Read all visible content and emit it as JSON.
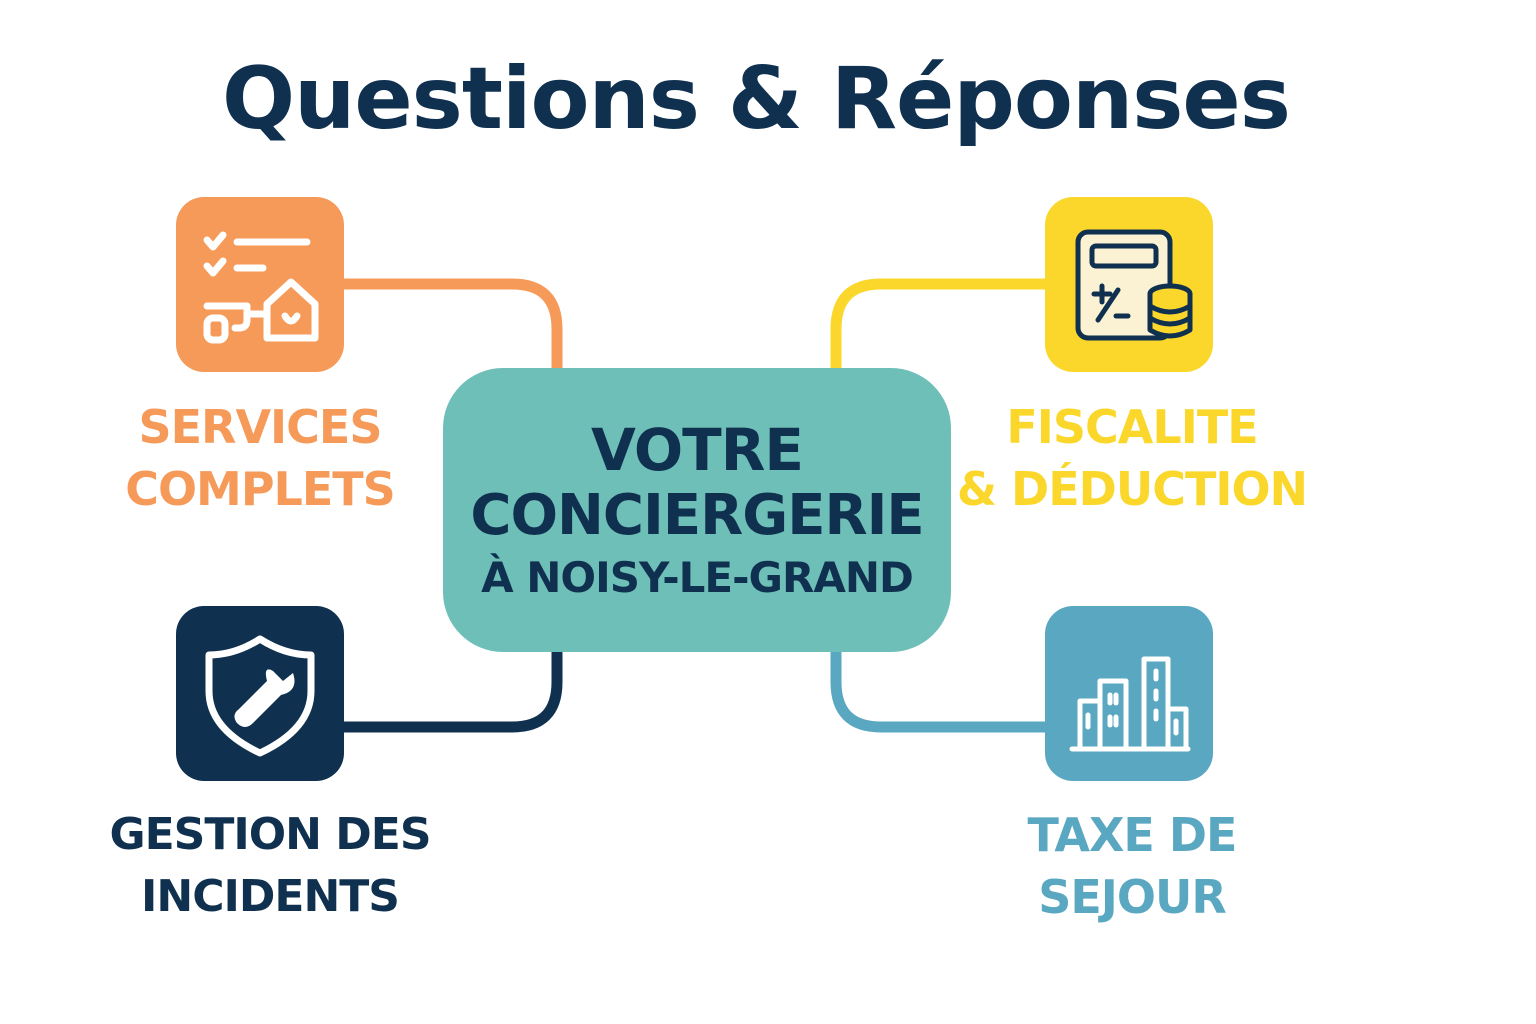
{
  "title": "Questions & Réponses",
  "colors": {
    "navy": "#10304f",
    "orange": "#f69a5a",
    "yellow": "#fbd72c",
    "teal": "#6fbfb9",
    "blue": "#5aa7c1",
    "white": "#ffffff",
    "cream": "#fbf1d3"
  },
  "hub": {
    "line1": "VOTRE",
    "line2": "CONCIERGERIE",
    "line3": "À NOISY-LE-GRAND"
  },
  "nodes": {
    "services": {
      "line1": "SERVICES",
      "line2": "COMPLETS",
      "icon": "checklist-house-key-icon"
    },
    "fiscalite": {
      "line1": "FISCALITE",
      "line2": "& DÉDUCTION",
      "icon": "calculator-coins-icon"
    },
    "incidents": {
      "line1": "GESTION DES",
      "line2": "INCIDENTS",
      "icon": "shield-wrench-icon"
    },
    "taxe": {
      "line1": "TAXE DE",
      "line2": "SEJOUR",
      "icon": "buildings-icon"
    }
  }
}
